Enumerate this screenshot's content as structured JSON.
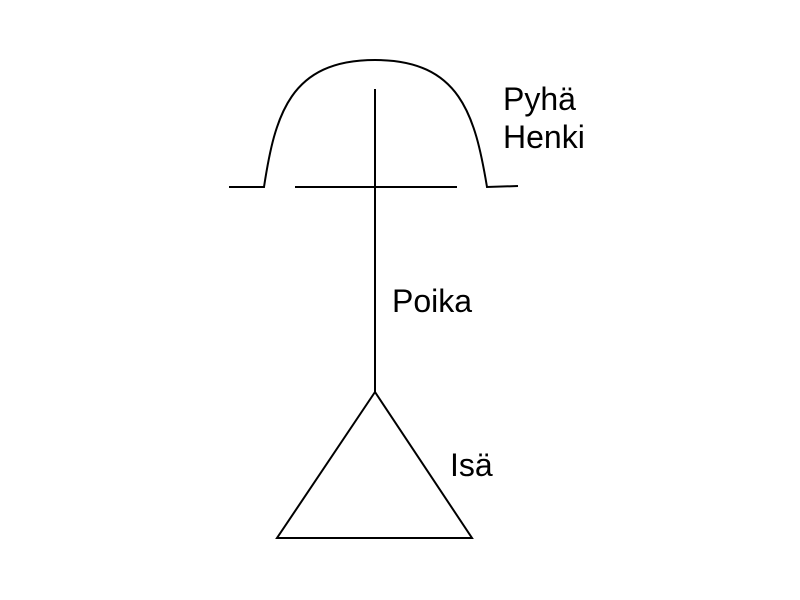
{
  "labels": {
    "spirit_line1": "Pyhä",
    "spirit_line2": "Henki",
    "son": "Poika",
    "father": "Isä"
  },
  "colors": {
    "stroke": "#000000",
    "background": "#ffffff"
  }
}
